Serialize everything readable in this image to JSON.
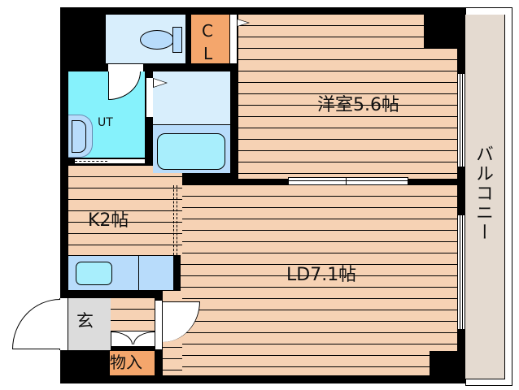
{
  "floorplan": {
    "rooms": {
      "western_room": {
        "label": "洋室5.6帖",
        "type": "Western-style room",
        "size_jo": 5.6
      },
      "ld": {
        "label": "LD7.1帖",
        "type": "Living/Dining",
        "size_jo": 7.1
      },
      "kitchen": {
        "label": "K2帖",
        "type": "Kitchen",
        "size_jo": 2
      },
      "closet": {
        "label_line1": "C",
        "label_line2": "L",
        "type": "Closet"
      },
      "utility": {
        "label": "UT",
        "type": "Utility / washroom"
      },
      "entrance": {
        "label": "玄",
        "type": "Entrance (genkan)"
      },
      "storage": {
        "label": "物入",
        "type": "Storage"
      },
      "balcony": {
        "label": "バルコニー",
        "type": "Balcony"
      },
      "toilet": {
        "type": "Toilet"
      },
      "bathroom": {
        "type": "Bathroom with tub"
      }
    },
    "colors": {
      "wall": "#000000",
      "wood_floor": "#f6d2b4",
      "closet": "#f4a66c",
      "utility": "#86f2fc",
      "wet_area": "#d8eefc",
      "bathtub_area": "#b8dcfb",
      "fixture": "#a8eefc",
      "entrance": "#dcdcdc",
      "balcony": "#e4dad0"
    }
  }
}
